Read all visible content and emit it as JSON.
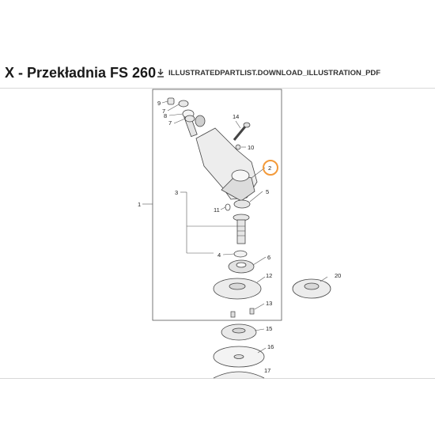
{
  "header": {
    "title": "X - Przekładnia FS 260",
    "download_label": "ILLUSTRATEDPARTLIST.DOWNLOAD_ILLUSTRATION_PDF"
  },
  "diagram": {
    "callouts": [
      {
        "id": "c9",
        "label": "9"
      },
      {
        "id": "c7a",
        "label": "7"
      },
      {
        "id": "c8",
        "label": "8"
      },
      {
        "id": "c7b",
        "label": "7"
      },
      {
        "id": "c14",
        "label": "14"
      },
      {
        "id": "c10",
        "label": "10"
      },
      {
        "id": "c2",
        "label": "2"
      },
      {
        "id": "c1",
        "label": "1"
      },
      {
        "id": "c3",
        "label": "3"
      },
      {
        "id": "c5",
        "label": "5"
      },
      {
        "id": "c11",
        "label": "11"
      },
      {
        "id": "c4",
        "label": "4"
      },
      {
        "id": "c6",
        "label": "6"
      },
      {
        "id": "c12",
        "label": "12"
      },
      {
        "id": "c20",
        "label": "20"
      },
      {
        "id": "c13",
        "label": "13"
      },
      {
        "id": "c15",
        "label": "15"
      },
      {
        "id": "c16",
        "label": "16"
      },
      {
        "id": "c17",
        "label": "17"
      }
    ],
    "highlight_color": "#f39a3a"
  }
}
